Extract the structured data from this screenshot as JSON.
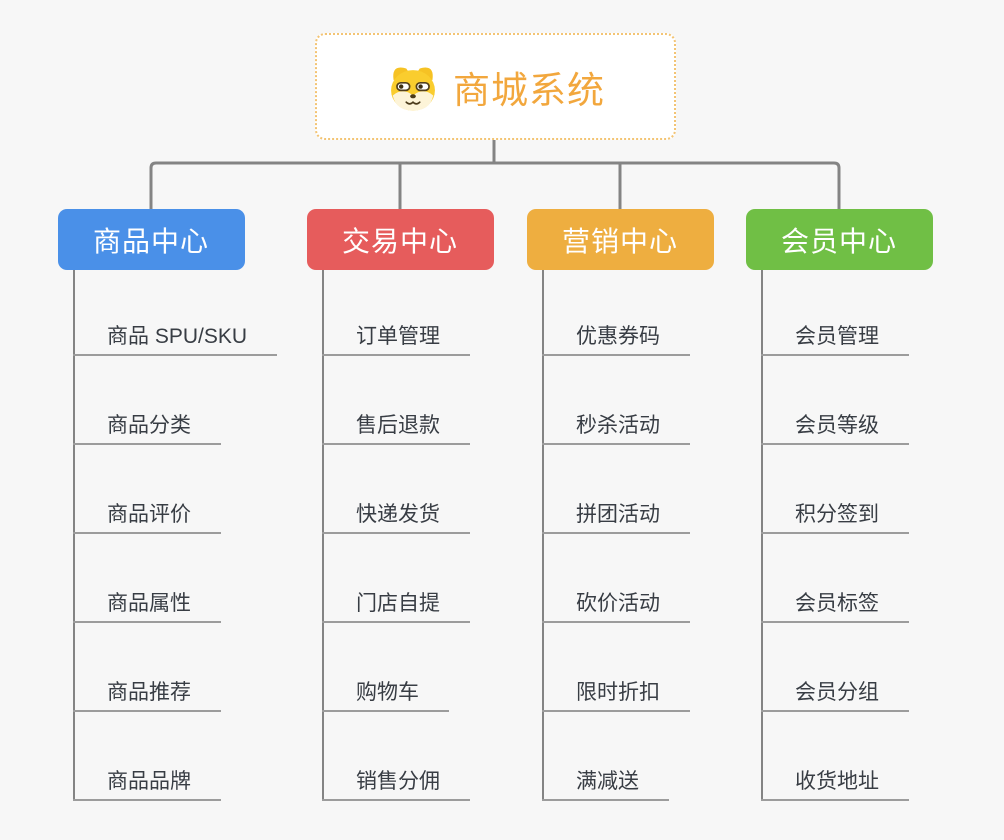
{
  "diagram": {
    "background": "#f7f7f7",
    "connector_color": "#848484",
    "underline_color": "#9c9c9c",
    "leaf_text_color": "#383d44"
  },
  "root": {
    "title": "商城系统",
    "icon": "dog-face-icon",
    "text_color": "#f2a73d",
    "border_color": "#f3c474",
    "fill": "#ffffff"
  },
  "branches": [
    {
      "label": "商品中心",
      "color": "#4a90e8",
      "children": [
        "商品 SPU/SKU",
        "商品分类",
        "商品评价",
        "商品属性",
        "商品推荐",
        "商品品牌"
      ]
    },
    {
      "label": "交易中心",
      "color": "#e65c5c",
      "children": [
        "订单管理",
        "售后退款",
        "快递发货",
        "门店自提",
        "购物车",
        "销售分佣"
      ]
    },
    {
      "label": "营销中心",
      "color": "#eeae40",
      "children": [
        "优惠券码",
        "秒杀活动",
        "拼团活动",
        "砍价活动",
        "限时折扣",
        "满减送"
      ]
    },
    {
      "label": "会员中心",
      "color": "#70bf45",
      "children": [
        "会员管理",
        "会员等级",
        "积分签到",
        "会员标签",
        "会员分组",
        "收货地址"
      ]
    }
  ]
}
